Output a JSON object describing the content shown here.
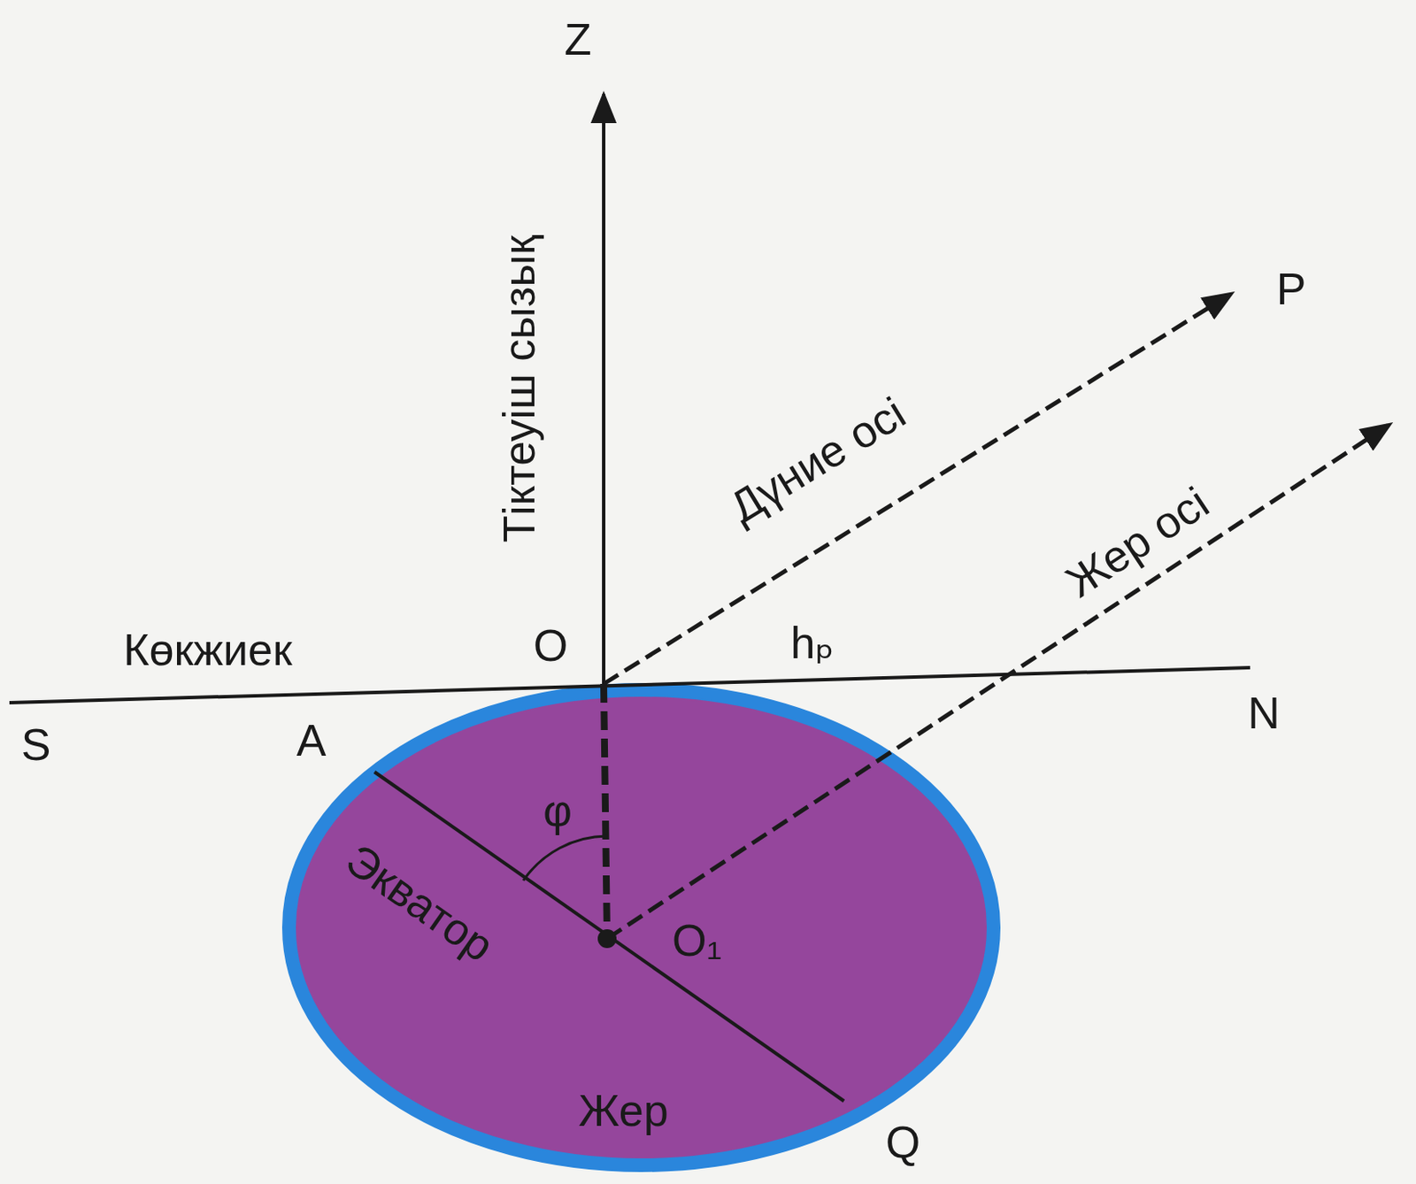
{
  "diagram": {
    "nodes": [
      {
        "text": [
          "Жер"
        ]
      }
    ],
    "labels": [
      "Z",
      "Тіктеуіш сызық",
      "Дүние осі",
      "P",
      "Жер осі",
      "Көкжиек",
      "O",
      "hₚ",
      "N",
      "S",
      "A",
      "φ",
      "Экватор",
      "O₁",
      "Q"
    ]
  }
}
